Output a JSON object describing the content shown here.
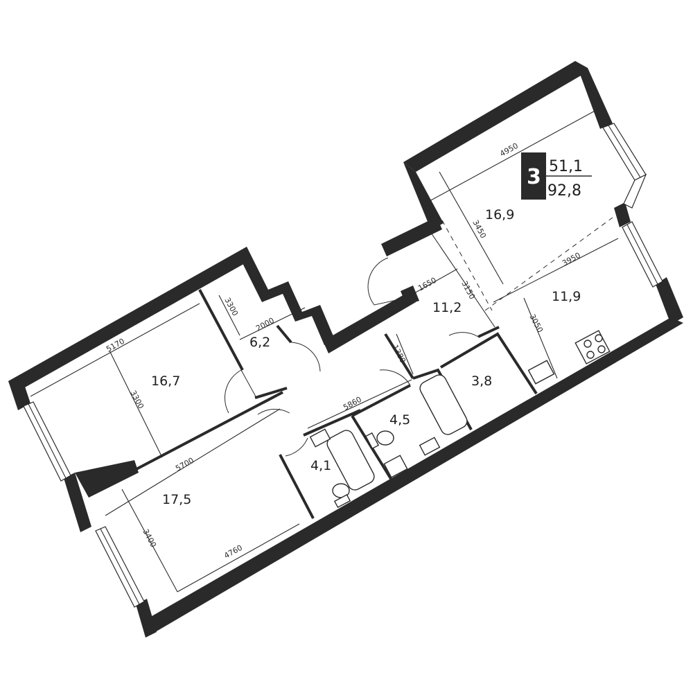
{
  "summary": {
    "rooms": "3",
    "living_area": "51,1",
    "total_area": "92,8"
  },
  "areas": {
    "bedroom_left": "16,7",
    "hall": "6,2",
    "living_room": "17,5",
    "bathroom_small": "4,1",
    "bathroom_mid": "4,5",
    "bathroom_right": "3,8",
    "corridor": "11,2",
    "bedroom_right": "16,9",
    "kitchen": "11,9"
  },
  "dimensions": {
    "d5170": "5170",
    "d3300_bed": "3300",
    "d3300_hall": "3300",
    "d2000": "2000",
    "d5700": "5700",
    "d5860": "5860",
    "d3400": "3400",
    "d4760": "4760",
    "d1380": "1380",
    "d1650": "1650",
    "d3150": "3150",
    "d3450": "3450",
    "d4950": "4950",
    "d3950": "3950",
    "d3050": "3050"
  }
}
